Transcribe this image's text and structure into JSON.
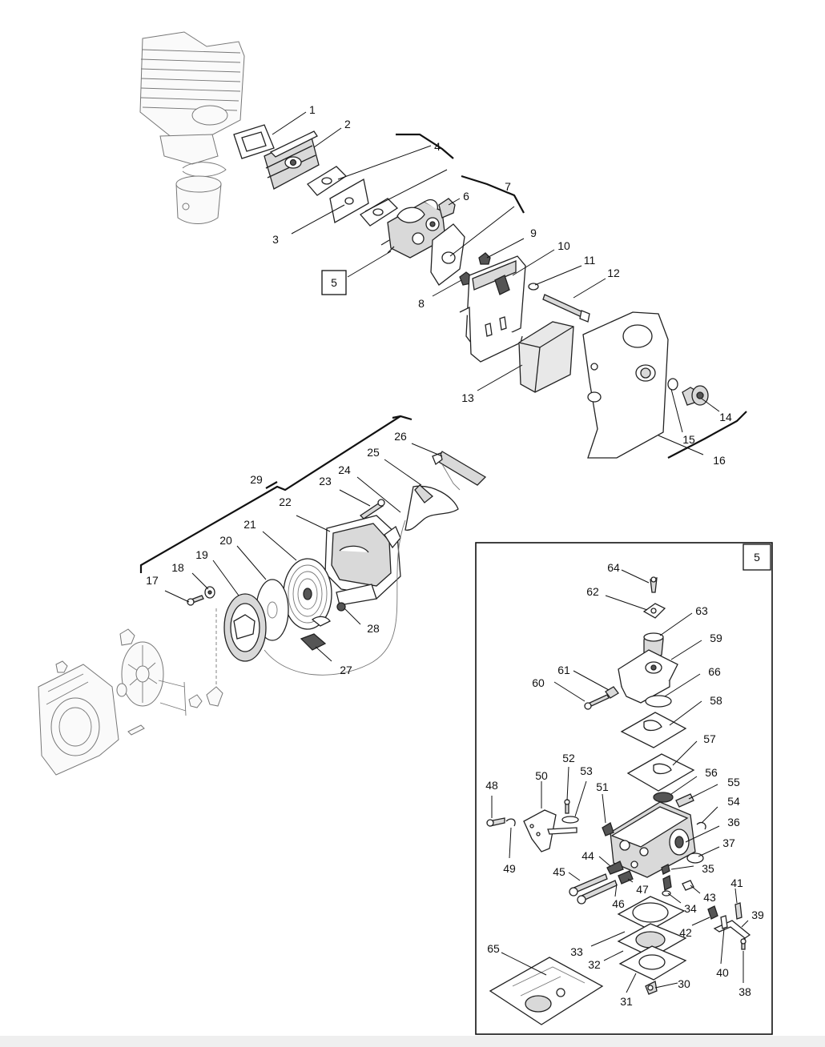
{
  "diagram": {
    "callouts": [
      "1",
      "2",
      "3",
      "4",
      "5",
      "6",
      "7",
      "8",
      "9",
      "10",
      "11",
      "12",
      "13",
      "14",
      "15",
      "16",
      "17",
      "18",
      "19",
      "20",
      "21",
      "22",
      "23",
      "24",
      "25",
      "26",
      "27",
      "28",
      "29",
      "30",
      "31",
      "32",
      "33",
      "34",
      "35",
      "36",
      "37",
      "38",
      "39",
      "40",
      "41",
      "42",
      "43",
      "44",
      "45",
      "46",
      "47",
      "48",
      "49",
      "50",
      "51",
      "52",
      "53",
      "54",
      "55",
      "56",
      "57",
      "58",
      "59",
      "60",
      "61",
      "62",
      "63",
      "64",
      "65",
      "66"
    ],
    "boxed_ref_main": "5",
    "inset_title": "5"
  }
}
